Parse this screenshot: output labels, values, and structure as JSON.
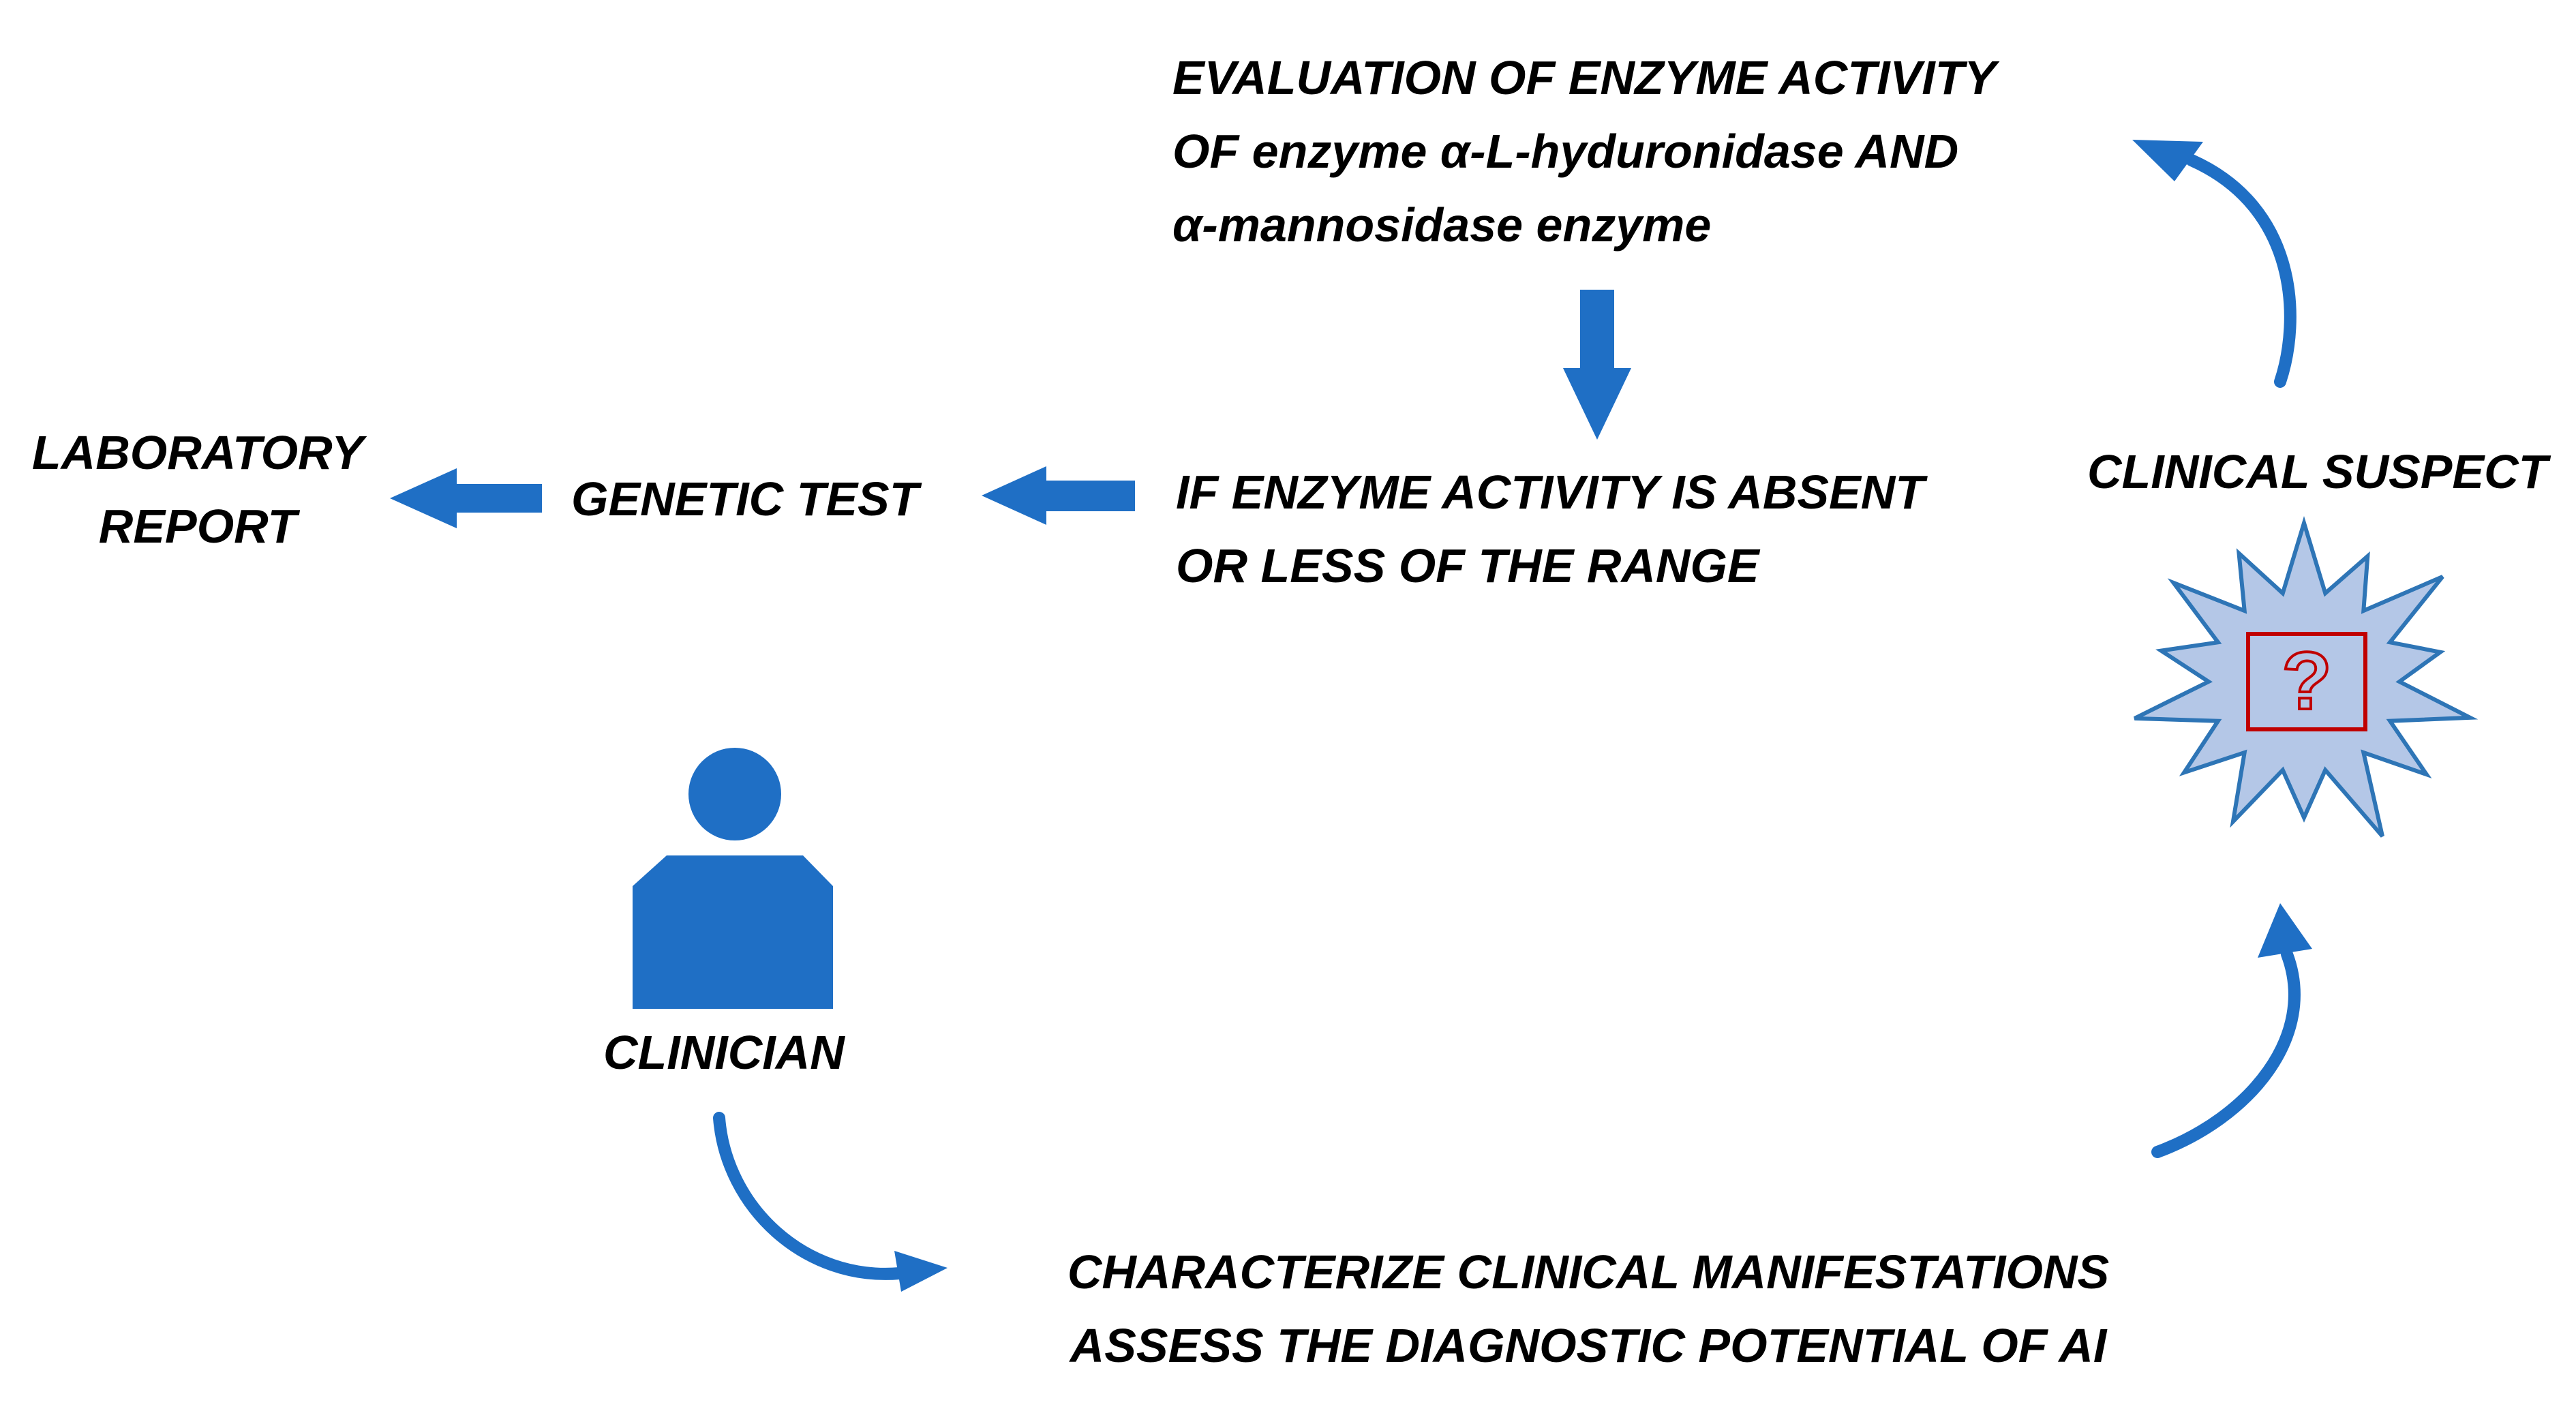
{
  "colors": {
    "arrow": "#1f6fc5",
    "person": "#1f6fc5",
    "starburst_fill": "#b4c7e7",
    "starburst_stroke": "#2e75b6",
    "question_box": "#c00000"
  },
  "nodes": {
    "evaluation": {
      "line1": "EVALUATION OF ENZYME ACTIVITY",
      "line2": "OF enzyme α-L-hyduronidase AND",
      "line3": "α-mannosidase enzyme"
    },
    "condition": {
      "line1": "IF ENZYME ACTIVITY IS ABSENT",
      "line2": "OR LESS OF THE RANGE"
    },
    "genetic_test": "GENETIC TEST",
    "laboratory_report": {
      "line1": "LABORATORY",
      "line2": "REPORT"
    },
    "clinical_suspect": "CLINICAL SUSPECT",
    "clinician": "CLINICIAN",
    "characterize": {
      "line1": "CHARACTERIZE  CLINICAL MANIFESTATIONS",
      "line2": "ASSESS THE DIAGNOSTIC POTENTIAL  OF AI"
    }
  },
  "icons": {
    "person": "person-icon",
    "starburst": "starburst-icon",
    "question": "question-mark-icon"
  }
}
